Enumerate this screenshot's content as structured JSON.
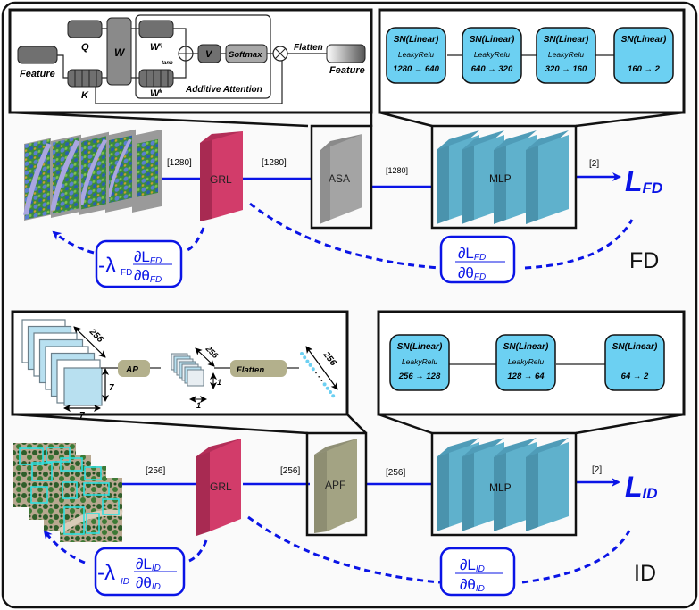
{
  "colors": {
    "accent_blue": "#0a14e6",
    "grl": "#d23c6a",
    "asa": "#9e9e9e",
    "apf": "#a3a383",
    "mlp": "#5fb1cc",
    "sn_box": "#6cd0f2",
    "attn_dark": "#707070",
    "attn_light": "#a8a8a8",
    "ap_pill": "#b3b08c",
    "featmap": "#b8e0f0"
  },
  "fd": {
    "section_label": "FD",
    "attention_detail": {
      "feature_in": "Feature",
      "q": "Q",
      "k": "K",
      "w": "W",
      "wq": "W",
      "wq_sup": "q",
      "wk": "W",
      "wk_sup": "k",
      "tanh": "tanh",
      "v": "V",
      "softmax": "Softmax",
      "flatten": "Flatten",
      "feature_out": "Feature",
      "title": "Additive Attention"
    },
    "mlp_detail": [
      {
        "title": "SN(Linear)",
        "act": "LeakyRelu",
        "in": "1280",
        "out": "640"
      },
      {
        "title": "SN(Linear)",
        "act": "LeakyRelu",
        "in": "640",
        "out": "320"
      },
      {
        "title": "SN(Linear)",
        "act": "LeakyRelu",
        "in": "320",
        "out": "160"
      },
      {
        "title": "SN(Linear)",
        "act": "",
        "in": "160",
        "out": "2"
      }
    ],
    "dims": [
      "[1280]",
      "[1280]",
      "[1280]",
      "[2]"
    ],
    "grl_label": "GRL",
    "module_label": "ASA",
    "mlp_label": "MLP",
    "loss": {
      "main": "L",
      "sub": "FD"
    },
    "grad_reversed": {
      "neg_lambda": "-λ",
      "lambda_sub": "FD",
      "num": "∂L",
      "num_sub": "FD",
      "den": "∂θ",
      "den_sub": "FD"
    },
    "grad": {
      "num": "∂L",
      "num_sub": "FD",
      "den": "∂θ",
      "den_sub": "FD"
    }
  },
  "id": {
    "section_label": "ID",
    "pool_detail": {
      "channels": "256",
      "h": "7",
      "w": "7",
      "ap": "AP",
      "pooled_channels": "256",
      "pooled_h": "1",
      "pooled_w": "1",
      "flatten": "Flatten",
      "vector_len": "256"
    },
    "mlp_detail": [
      {
        "title": "SN(Linear)",
        "act": "LeakyRelu",
        "in": "256",
        "out": "128"
      },
      {
        "title": "SN(Linear)",
        "act": "LeakyRelu",
        "in": "128",
        "out": "64"
      },
      {
        "title": "SN(Linear)",
        "act": "",
        "in": "64",
        "out": "2"
      }
    ],
    "dims": [
      "[256]",
      "[256]",
      "[256]",
      "[2]"
    ],
    "grl_label": "GRL",
    "module_label": "APF",
    "mlp_label": "MLP",
    "loss": {
      "main": "L",
      "sub": "ID"
    },
    "grad_reversed": {
      "neg_lambda": "-λ",
      "lambda_sub": "ID",
      "num": "∂L",
      "num_sub": "ID",
      "den": "∂θ",
      "den_sub": "ID"
    },
    "grad": {
      "num": "∂L",
      "num_sub": "ID",
      "den": "∂θ",
      "den_sub": "ID"
    }
  }
}
